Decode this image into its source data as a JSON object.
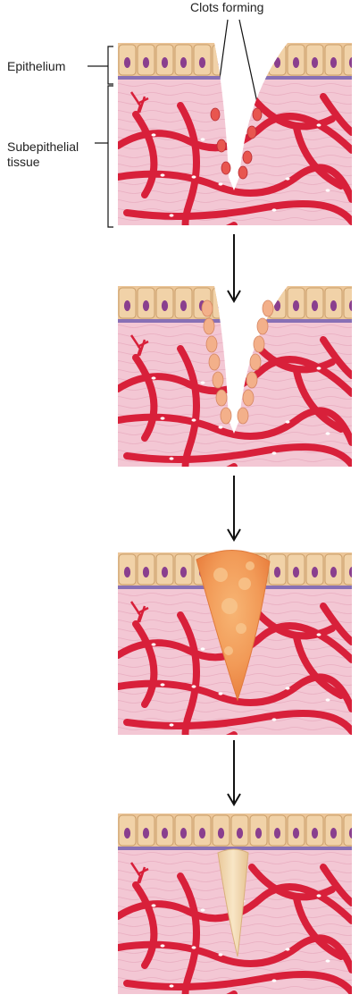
{
  "labels": {
    "clots_forming": "Clots forming",
    "epithelium": "Epithelium",
    "subepithelial_tissue": "Subepithelial tissue"
  },
  "colors": {
    "tissue": "#f3c7d4",
    "epithelium": "#ecc699",
    "nucleus": "#8a3f8e",
    "basement": "#8870b5",
    "vessel": "#d8203a",
    "clot": "#e8564f",
    "scab": "#f2a360",
    "scar": "#f2dcb3"
  },
  "icons": [
    "down-arrow-icon",
    "down-arrow-icon",
    "down-arrow-icon"
  ]
}
